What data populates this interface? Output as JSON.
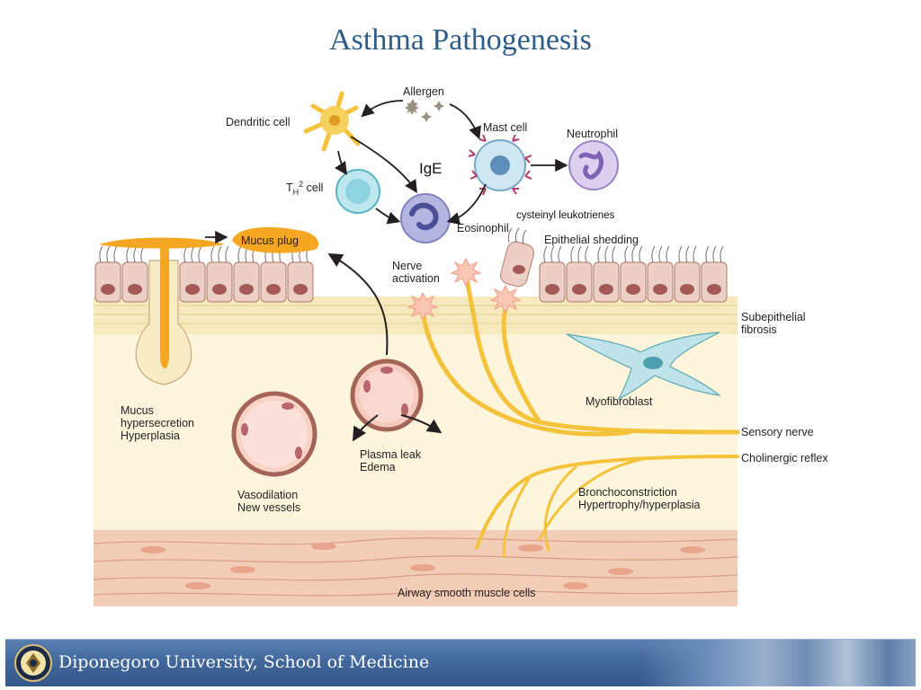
{
  "slide": {
    "title": "Asthma Pathogenesis",
    "footer_text": "Diponegoro University, School of Medicine"
  },
  "labels": {
    "allergen": "Allergen",
    "dendritic_cell": "Dendritic cell",
    "mast_cell": "Mast cell",
    "neutrophil": "Neutrophil",
    "th2_cell_prefix": "T",
    "th2_cell_sub": "H",
    "th2_cell_sup": "2",
    "th2_cell_suffix": " cell",
    "ige": "IgE",
    "eosinophil": "Eosinophil",
    "cysteinyl": "cysteinyl leukotrienes",
    "epithelial_shedding": "Epithelial shedding",
    "mucus_plug": "Mucus plug",
    "nerve_activation_1": "Nerve",
    "nerve_activation_2": "activation",
    "subepithelial_1": "Subepithelial",
    "subepithelial_2": "fibrosis",
    "myofibroblast": "Myofibroblast",
    "sensory_nerve": "Sensory nerve",
    "cholinergic_reflex": "Cholinergic reflex",
    "mucus_1": "Mucus",
    "mucus_2": "hypersecretion",
    "mucus_3": "Hyperplasia",
    "plasma_leak_1": "Plasma leak",
    "plasma_leak_2": "Edema",
    "vasodilation_1": "Vasodilation",
    "vasodilation_2": "New vessels",
    "bronchoconstriction_1": "Bronchoconstriction",
    "bronchoconstriction_2": "Hypertrophy/hyperplasia",
    "airway_smooth_muscle": "Airway smooth muscle cells"
  },
  "colors": {
    "title": "#2e5d8a",
    "tissue": "#fdf5dc",
    "nerve": "#f5c23b",
    "epithelium": "#e9c9c0",
    "muscle": "#f2cdb8"
  }
}
